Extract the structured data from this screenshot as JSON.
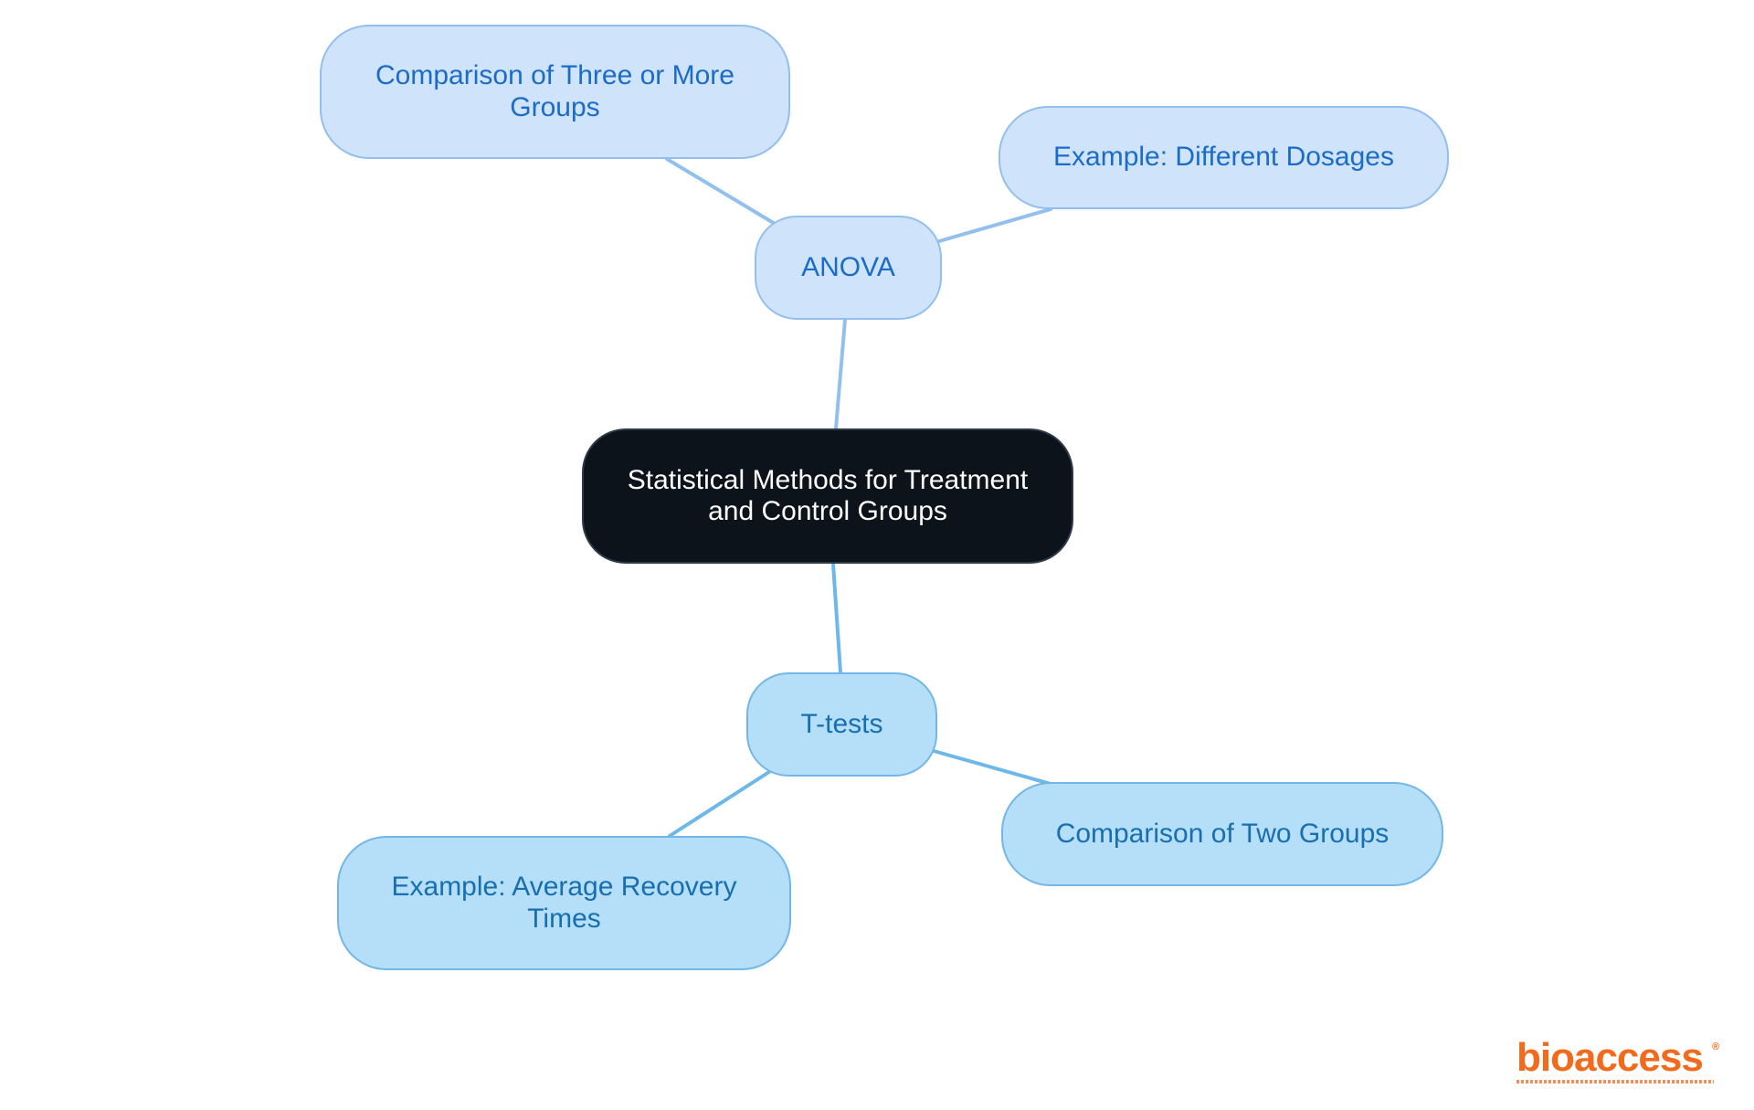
{
  "diagram": {
    "type": "mind-map",
    "root": {
      "label": "Statistical Methods for Treatment and Control Groups"
    },
    "branches": [
      {
        "label": "ANOVA",
        "color": "#cfe3fb",
        "text_color": "#1b6cc8",
        "children": [
          {
            "label": "Comparison of Three or More Groups"
          },
          {
            "label": "Example: Different Dosages"
          }
        ]
      },
      {
        "label": "T-tests",
        "color": "#b5def9",
        "text_color": "#176fb0",
        "children": [
          {
            "label": "Example: Average Recovery Times"
          },
          {
            "label": "Comparison of Two Groups"
          }
        ]
      }
    ]
  },
  "colors": {
    "root_fill": "#0d131b",
    "anova_edge": "#93bfee",
    "ttests_edge": "#6db8e8",
    "logo_orange": "#f26a1b"
  },
  "logo": {
    "name": "bioaccess",
    "registered_mark": "®"
  }
}
